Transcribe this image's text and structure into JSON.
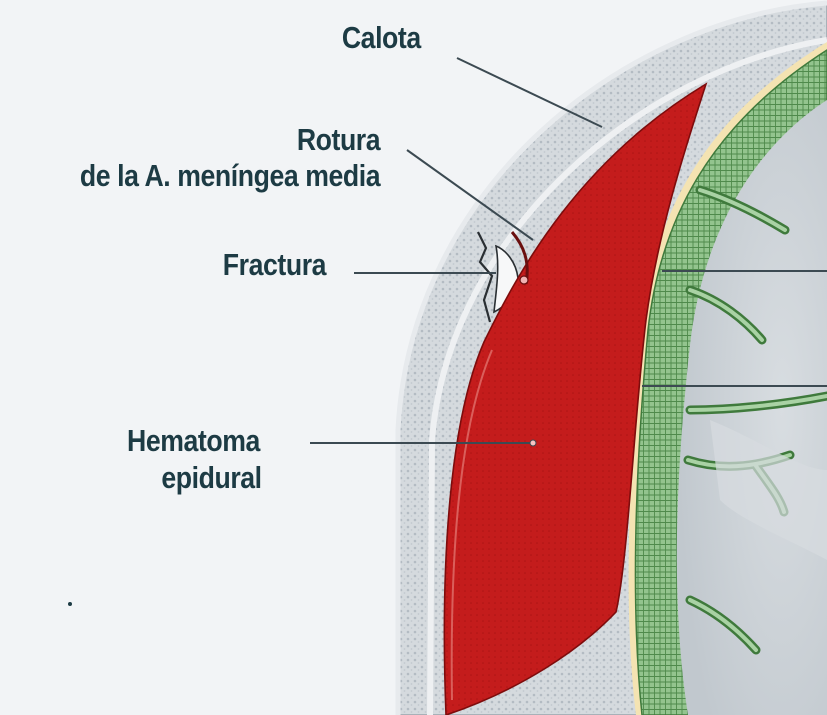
{
  "figure": {
    "labels": {
      "calota": "Calota",
      "rotura_line1": "Rotura",
      "rotura_line2": "de la A. meníngea media",
      "fractura": "Fractura",
      "hematoma_line1": "Hematoma",
      "hematoma_line2": "epidural"
    },
    "colors": {
      "background": "#f2f4f6",
      "skull": "#d4d9de",
      "skull_dots": "#b9c0c7",
      "hematoma": "#c41b1b",
      "dura": "#f4e3b2",
      "meninges": "#8fc08a",
      "brain": "#c8ced3",
      "label_text": "#1d3b44",
      "leader_line": "#3c4a52"
    }
  }
}
